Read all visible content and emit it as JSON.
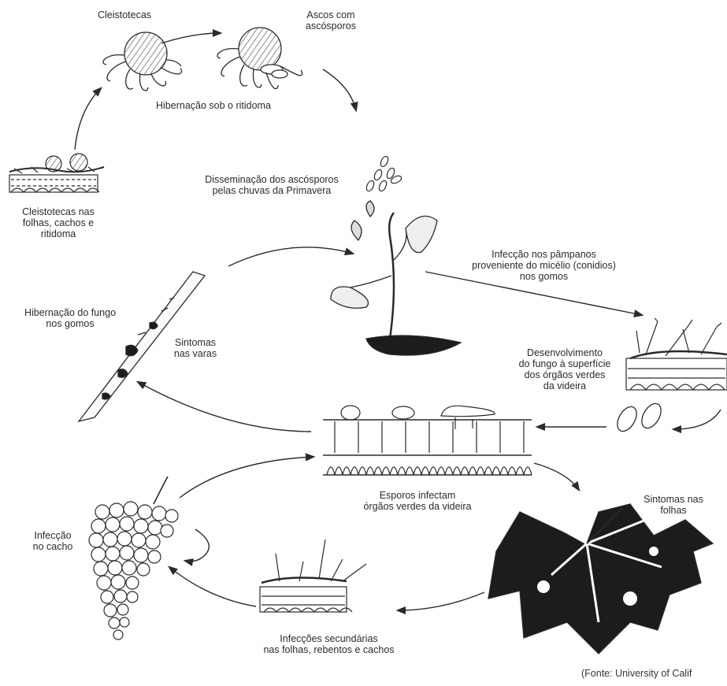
{
  "labels": {
    "cleistotecas": "Cleistotecas",
    "ascos": "Ascos com\nascósporos",
    "hibernacao_ritidoma": "Hibernação sob o ritidoma",
    "cleistotecas_folhas": "Cleistotecas nas\nfolhas, cachos e\nritidoma",
    "disseminacao": "Disseminação dos ascósporos\npelas chuvas da Primavera",
    "infeccao_pampanos": "Infecção nos pâmpanos\nproveniente do micélio (conidios)\nnos gomos",
    "hibernacao_fungo": "Hibernação do fungo\nnos gomos",
    "sintomas_varas": "Sintomas\nnas varas",
    "desenvolvimento": "Desenvolvimento\ndo fungo  à superfície\ndos órgãos verdes\nda videira",
    "esporos": "Esporos infectam\nórgãos verdes da videira",
    "sintomas_folhas": "Sintomas nas\nfolhas",
    "infeccao_cacho": "Infecção\nno cacho",
    "infeccoes_secundarias": "Infecções secundárias\nnas folhas, rebentos e cachos"
  },
  "source": "(Fonte: University of Calif",
  "colors": {
    "ink": "#2a2a2a",
    "background": "#ffffff"
  }
}
